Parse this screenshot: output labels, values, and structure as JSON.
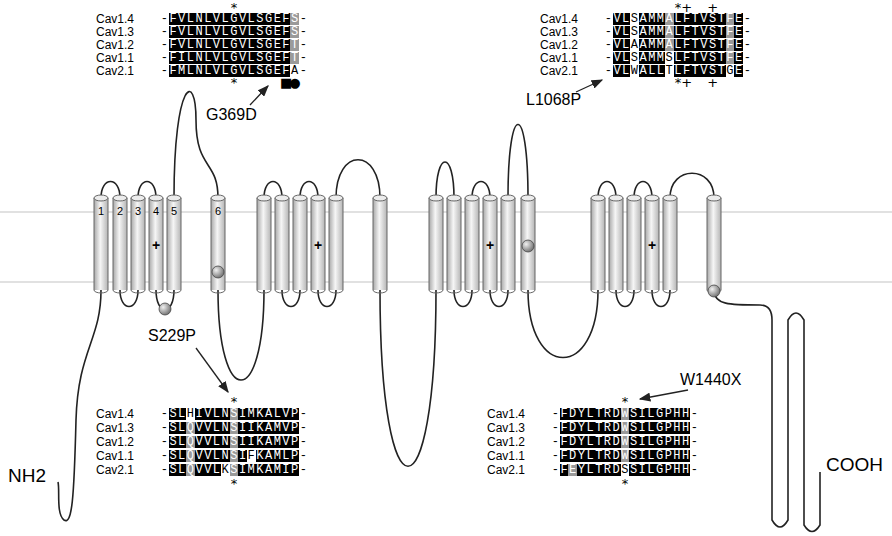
{
  "diagram": {
    "labels": [
      "*",
      "Cav1.4",
      "Cav1.3",
      "Cav1.2",
      "Cav1.1",
      "Cav2.1",
      "-FVLNLVLGVLSGEFS-",
      "-FVLNLVLGVLSGEFS-",
      "-FVLNLVLGVLSGEFT-",
      "-FILNLVLGVLSGEFT-",
      "-FMLNLVLGVLSGEFA-",
      "*",
      "■",
      "●",
      "G369D",
      "*",
      "+",
      "+",
      "Cav1.4",
      "Cav1.3",
      "Cav1.2",
      "Cav1.1",
      "Cav2.1",
      "-VLSAMMALFTVSTFE-",
      "-VLSAMMALFTVSTFE-",
      "-VLAAMMALFTVSTFE-",
      "-VLSAMMSLFTVSTFE-",
      "-VLWALLTLFTVSTGE-",
      "*",
      "+",
      "+",
      "L1068P",
      "*",
      "Cav1.4",
      "Cav1.3",
      "Cav1.2",
      "Cav1.1",
      "Cav2.1",
      "-SLHIVLNSIMKALVP-",
      "-SLQVVLNSIIKAMVP-",
      "-SLQVVLNSIIKAMVP-",
      "-SLQVVLNSIFKAMLP-",
      "-SLQVVLKSIMKAMIP-",
      "*",
      "S229P",
      "*",
      "Cav1.4",
      "Cav1.3",
      "Cav1.2",
      "Cav1.1",
      "Cav2.1",
      "-FDYLTRDWSILGPHH-",
      "-FDYLTRDWSILGPHH-",
      "-FDYLTRDWSILGPHH-",
      "-FDYLTRDWSILGPHH-",
      "-FEYLTRDSSILGPHH-",
      "*",
      "W1440X",
      "NH2",
      "COOH",
      "1",
      "2",
      "3",
      "4",
      "5",
      "6",
      "+",
      "+",
      "+",
      "+"
    ]
  }
}
